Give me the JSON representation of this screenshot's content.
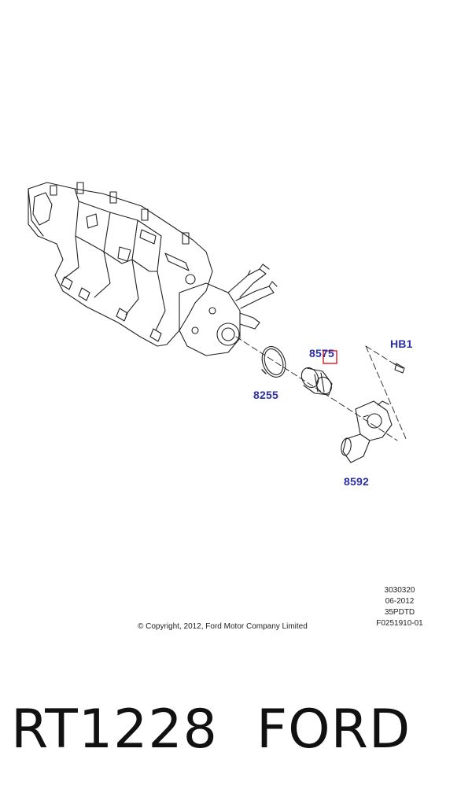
{
  "callouts": {
    "thermostat": "8575",
    "bolt": "HB1",
    "seal_ring": "8255",
    "housing": "8592"
  },
  "copyright": "© Copyright, 2012, Ford Motor Company Limited",
  "meta_lines": [
    "3030320",
    "06-2012",
    "35PDTD",
    "F0251910-01"
  ],
  "footer": {
    "part_number": "RT1228",
    "brand": "FORD"
  },
  "colors": {
    "callout": "#2b2fa8",
    "highlight_box": "#e0242c",
    "line_art": "#222222"
  }
}
